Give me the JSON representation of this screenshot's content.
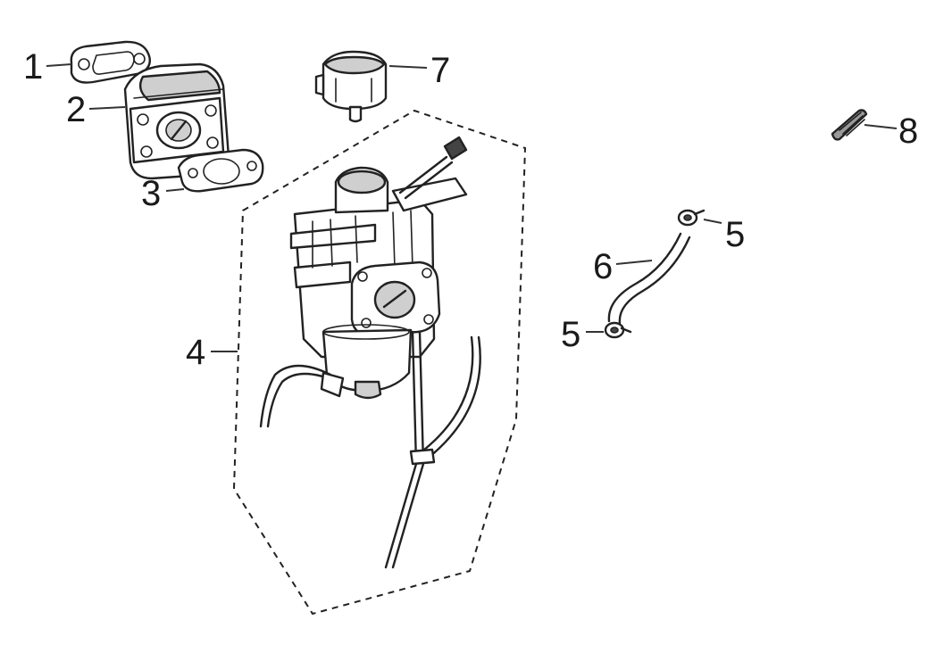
{
  "diagram": {
    "callouts": [
      {
        "id": "c1",
        "label": "1"
      },
      {
        "id": "c2",
        "label": "2"
      },
      {
        "id": "c3",
        "label": "3"
      },
      {
        "id": "c4",
        "label": "4"
      },
      {
        "id": "c5a",
        "label": "5"
      },
      {
        "id": "c5b",
        "label": "5"
      },
      {
        "id": "c6",
        "label": "6"
      },
      {
        "id": "c7",
        "label": "7"
      },
      {
        "id": "c8",
        "label": "8"
      }
    ]
  }
}
